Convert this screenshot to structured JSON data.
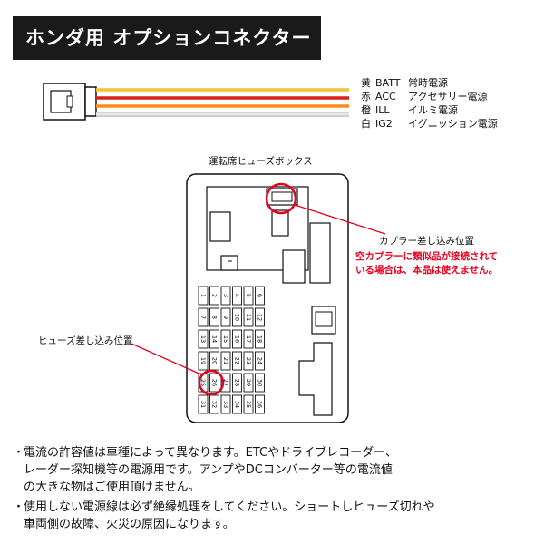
{
  "title": "ホンダ用 オプションコネクター",
  "wires": [
    {
      "kanji": "黄",
      "code": "BATT",
      "desc": "常時電源",
      "color": "#f1c232"
    },
    {
      "kanji": "赤",
      "code": "ACC",
      "desc": "アクセサリー電源",
      "color": "#d82020"
    },
    {
      "kanji": "橙",
      "code": "ILL",
      "desc": "イルミ電源",
      "color": "#ff8c1a"
    },
    {
      "kanji": "白",
      "code": "IG2",
      "desc": "イグニッション電源",
      "color": "#e8e8e8"
    }
  ],
  "fusebox_label": "運転席ヒューズボックス",
  "coupler_label": "カプラー差し込み位置",
  "warning": [
    "空カプラーに類似品が接続されて",
    "いる場合は、本品は使えません。"
  ],
  "fuse_position_label": "ヒューズ差し込み位置",
  "fuse_numbers": [
    [
      "1",
      "2",
      "3",
      "4",
      "5",
      "6"
    ],
    [
      "7",
      "8",
      "9",
      "10",
      "11",
      "12"
    ],
    [
      "13",
      "14",
      "15",
      "16",
      "17",
      "18"
    ],
    [
      "19",
      "20",
      "21",
      "22",
      "23",
      "24"
    ],
    [
      "25",
      "26",
      "27",
      "28",
      "29",
      "30"
    ],
    [
      "31",
      "32",
      "33",
      "34",
      "35",
      "36"
    ]
  ],
  "highlight_color": "#e6001f",
  "notes": [
    [
      "・",
      "電流の許容値は車種によって異なります。ETCやドライブレコーダー、",
      "レーダー探知機等の電源用です。アンプやDCコンバーター等の電流値",
      "の大きな物はご使用頂けません。"
    ],
    [
      "・",
      "使用しない電源線は必ず絶縁処理をしてください。ショートしヒューズ切れや",
      "車両側の故障、火災の原因になります。"
    ]
  ]
}
